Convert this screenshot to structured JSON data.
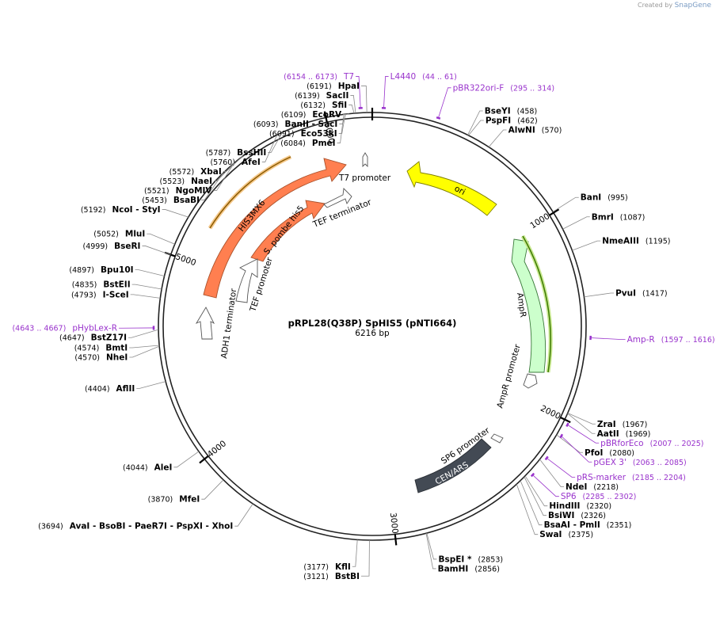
{
  "credit": {
    "prefix": "Created by",
    "brand": "SnapGene"
  },
  "plasmid": {
    "name": "pRPL28(Q38P) SpHIS5 (pNTI664)",
    "size_label": "6216 bp",
    "length": 6216
  },
  "ticks": [
    {
      "pos": 1000,
      "label": "1000"
    },
    {
      "pos": 2000,
      "label": "2000"
    },
    {
      "pos": 3000,
      "label": "3000"
    },
    {
      "pos": 4000,
      "label": "4000"
    },
    {
      "pos": 5000,
      "label": "5000"
    },
    {
      "pos": 6000,
      "label": "6000"
    }
  ],
  "sites": [
    {
      "pos": 6191,
      "name": "HpaI",
      "num": "(6191)"
    },
    {
      "pos": 6139,
      "name": "SacII",
      "num": "(6139)"
    },
    {
      "pos": 6132,
      "name": "SfiI",
      "num": "(6132)"
    },
    {
      "pos": 6109,
      "name": "EcoRV",
      "num": "(6109)"
    },
    {
      "pos": 6093,
      "name": "BanII   - SacI",
      "num": "(6093)"
    },
    {
      "pos": 6091,
      "name": "Eco53kI",
      "num": "(6091)"
    },
    {
      "pos": 6084,
      "name": "PmeI",
      "num": "(6084)"
    },
    {
      "pos": 5787,
      "name": "BssHII",
      "num": "(5787)"
    },
    {
      "pos": 5760,
      "name": "AfeI",
      "num": "(5760)"
    },
    {
      "pos": 5572,
      "name": "XbaI",
      "num": "(5572)"
    },
    {
      "pos": 5523,
      "name": "NaeI",
      "num": "(5523)"
    },
    {
      "pos": 5521,
      "name": "NgoMIV",
      "num": "(5521)"
    },
    {
      "pos": 5453,
      "name": "BsaBI",
      "num": "(5453)"
    },
    {
      "pos": 5192,
      "name": "NcoI   - StyI",
      "num": "(5192)"
    },
    {
      "pos": 5052,
      "name": "MluI",
      "num": "(5052)"
    },
    {
      "pos": 4999,
      "name": "BseRI",
      "num": "(4999)"
    },
    {
      "pos": 4897,
      "name": "Bpu10I",
      "num": "(4897)"
    },
    {
      "pos": 4835,
      "name": "BstEII",
      "num": "(4835)"
    },
    {
      "pos": 4793,
      "name": "I-SceI",
      "num": "(4793)"
    },
    {
      "pos": 4647,
      "name": "BstZ17I",
      "num": "(4647)"
    },
    {
      "pos": 4574,
      "name": "BmtI",
      "num": "(4574)"
    },
    {
      "pos": 4570,
      "name": "NheI",
      "num": "(4570)"
    },
    {
      "pos": 4404,
      "name": "AflII",
      "num": "(4404)"
    },
    {
      "pos": 4044,
      "name": "AleI",
      "num": "(4044)"
    },
    {
      "pos": 3870,
      "name": "MfeI",
      "num": "(3870)"
    },
    {
      "pos": 3694,
      "name": "AvaI   - BsoBI   - PaeR7I   - PspXI   - XhoI",
      "num": "(3694)"
    },
    {
      "pos": 3177,
      "name": "KflI",
      "num": "(3177)"
    },
    {
      "pos": 3121,
      "name": "BstBI",
      "num": "(3121)"
    },
    {
      "pos": 458,
      "name": "BseYI",
      "num": "(458)"
    },
    {
      "pos": 462,
      "name": "PspFI",
      "num": "(462)"
    },
    {
      "pos": 570,
      "name": "AlwNI",
      "num": "(570)"
    },
    {
      "pos": 995,
      "name": "BanI",
      "num": "(995)"
    },
    {
      "pos": 1087,
      "name": "BmrI",
      "num": "(1087)"
    },
    {
      "pos": 1195,
      "name": "NmeAIII",
      "num": "(1195)"
    },
    {
      "pos": 1417,
      "name": "PvuI",
      "num": "(1417)"
    },
    {
      "pos": 1967,
      "name": "ZraI",
      "num": "(1967)"
    },
    {
      "pos": 1969,
      "name": "AatII",
      "num": "(1969)"
    },
    {
      "pos": 2080,
      "name": "PfoI",
      "num": "(2080)"
    },
    {
      "pos": 2218,
      "name": "NdeI",
      "num": "(2218)"
    },
    {
      "pos": 2320,
      "name": "HindIII",
      "num": "(2320)"
    },
    {
      "pos": 2326,
      "name": "BsiWI",
      "num": "(2326)"
    },
    {
      "pos": 2351,
      "name": "BsaAI   - PmlI",
      "num": "(2351)"
    },
    {
      "pos": 2375,
      "name": "SwaI",
      "num": "(2375)"
    },
    {
      "pos": 2853,
      "name": "BspEI *",
      "num": "(2853)"
    },
    {
      "pos": 2856,
      "name": "BamHI",
      "num": "(2856)"
    }
  ],
  "primers": [
    {
      "pos": 6163,
      "name": "T7",
      "range": "(6154 .. 6173)"
    },
    {
      "pos": 52,
      "name": "L4440",
      "range": "(44 .. 61)"
    },
    {
      "pos": 304,
      "name": "pBR322ori-F",
      "range": "(295 .. 314)"
    },
    {
      "pos": 1606,
      "name": "Amp-R",
      "range": "(1597 .. 1616)"
    },
    {
      "pos": 2016,
      "name": "pBRforEco",
      "range": "(2007 .. 2025)"
    },
    {
      "pos": 2074,
      "name": "pGEX 3'",
      "range": "(2063 .. 2085)"
    },
    {
      "pos": 2194,
      "name": "pRS-marker",
      "range": "(2185 .. 2204)"
    },
    {
      "pos": 2293,
      "name": "SP6",
      "range": "(2285 .. 2302)"
    },
    {
      "pos": 4655,
      "name": "pHybLex-R",
      "range": "(4643 .. 4667)"
    }
  ],
  "features": [
    {
      "label": "ori",
      "color": "#ffff00",
      "stroke": "#8a8a00"
    },
    {
      "label": "AmpR",
      "color": "#ccffcc",
      "stroke": "#4a8a4a"
    },
    {
      "label": "AmpR promoter",
      "color": "#ffffff",
      "stroke": "#555555"
    },
    {
      "label": "SP6 promoter",
      "color": "#ffffff",
      "stroke": "#555555"
    },
    {
      "label": "CEN/ARS",
      "color": "#434a54",
      "stroke": "#2a2f35"
    },
    {
      "label": "HIS3MX6",
      "color": "#ff7f50",
      "stroke": "#b0502a"
    },
    {
      "label": "S. pombe his5",
      "color": "#ff7f50",
      "stroke": "#b0502a"
    },
    {
      "label": "TEF terminator",
      "color": "#ffffff",
      "stroke": "#555555"
    },
    {
      "label": "TEF promoter",
      "color": "#ffffff",
      "stroke": "#555555"
    },
    {
      "label": "ADH1 terminator",
      "color": "#ffffff",
      "stroke": "#555555"
    },
    {
      "label": "T7 promoter",
      "color": "#ffffff",
      "stroke": "#555555"
    }
  ]
}
